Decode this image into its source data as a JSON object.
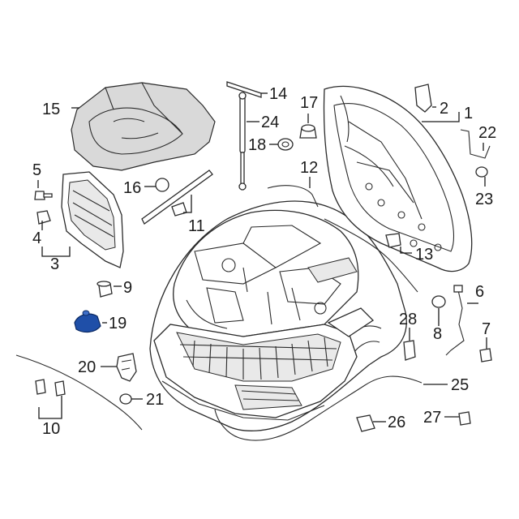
{
  "diagram": {
    "highlight_color": "#1f4fa8",
    "line_color": "#2a2a2a",
    "callouts": [
      {
        "id": "c1",
        "label": "1"
      },
      {
        "id": "c2",
        "label": "2"
      },
      {
        "id": "c3",
        "label": "3"
      },
      {
        "id": "c4",
        "label": "4"
      },
      {
        "id": "c5",
        "label": "5"
      },
      {
        "id": "c6",
        "label": "6"
      },
      {
        "id": "c7",
        "label": "7"
      },
      {
        "id": "c8",
        "label": "8"
      },
      {
        "id": "c9",
        "label": "9"
      },
      {
        "id": "c10",
        "label": "10"
      },
      {
        "id": "c11",
        "label": "11"
      },
      {
        "id": "c12",
        "label": "12"
      },
      {
        "id": "c13",
        "label": "13"
      },
      {
        "id": "c14",
        "label": "14"
      },
      {
        "id": "c15",
        "label": "15"
      },
      {
        "id": "c16",
        "label": "16"
      },
      {
        "id": "c17",
        "label": "17"
      },
      {
        "id": "c18",
        "label": "18"
      },
      {
        "id": "c19",
        "label": "19"
      },
      {
        "id": "c20",
        "label": "20"
      },
      {
        "id": "c21",
        "label": "21"
      },
      {
        "id": "c22",
        "label": "22"
      },
      {
        "id": "c23",
        "label": "23"
      },
      {
        "id": "c24",
        "label": "24"
      },
      {
        "id": "c25",
        "label": "25"
      },
      {
        "id": "c26",
        "label": "26"
      },
      {
        "id": "c27",
        "label": "27"
      },
      {
        "id": "c28",
        "label": "28"
      }
    ]
  }
}
